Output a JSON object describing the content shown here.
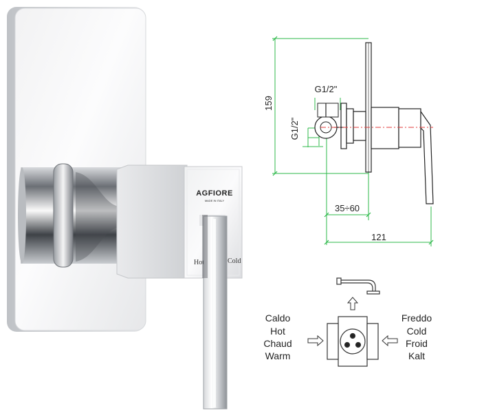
{
  "product": {
    "brand_logo": "AGFIORE",
    "made_in": "MADE IN ITALY",
    "label_hot": "Hot",
    "label_cold": "Cold"
  },
  "drawing": {
    "height_dim": "159",
    "thread_top": "G1/2\"",
    "thread_side": "G1/2\"",
    "depth_dim": "35÷60",
    "length_dim": "121"
  },
  "flow": {
    "hot_labels": [
      "Caldo",
      "Hot",
      "Chaud",
      "Warm"
    ],
    "cold_labels": [
      "Freddo",
      "Cold",
      "Froid",
      "Kalt"
    ]
  },
  "colors": {
    "dimension_line": "#2db84a",
    "center_line": "#e23a3a",
    "outline": "#222222"
  }
}
